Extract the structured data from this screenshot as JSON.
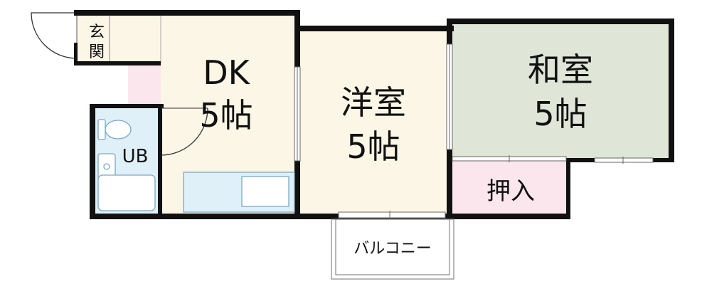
{
  "rooms": {
    "genkan": {
      "label_top": "玄",
      "label_bottom": "関"
    },
    "dk": {
      "name": "DK",
      "size": "5帖"
    },
    "yoshitsu": {
      "name": "洋室",
      "size": "5帖"
    },
    "washitsu": {
      "name": "和室",
      "size": "5帖"
    },
    "oshiire": {
      "name": "押入"
    },
    "ub": {
      "name": "UB"
    },
    "balcony": {
      "name": "バルコニー"
    }
  },
  "colors": {
    "wall": "#111111",
    "floor_wood": "#fcf6e6",
    "floor_tatami": "#dfe6d8",
    "storage": "#fbe6ee",
    "bath": "#dff0f8",
    "fixture_outline": "#7aa9c4"
  }
}
